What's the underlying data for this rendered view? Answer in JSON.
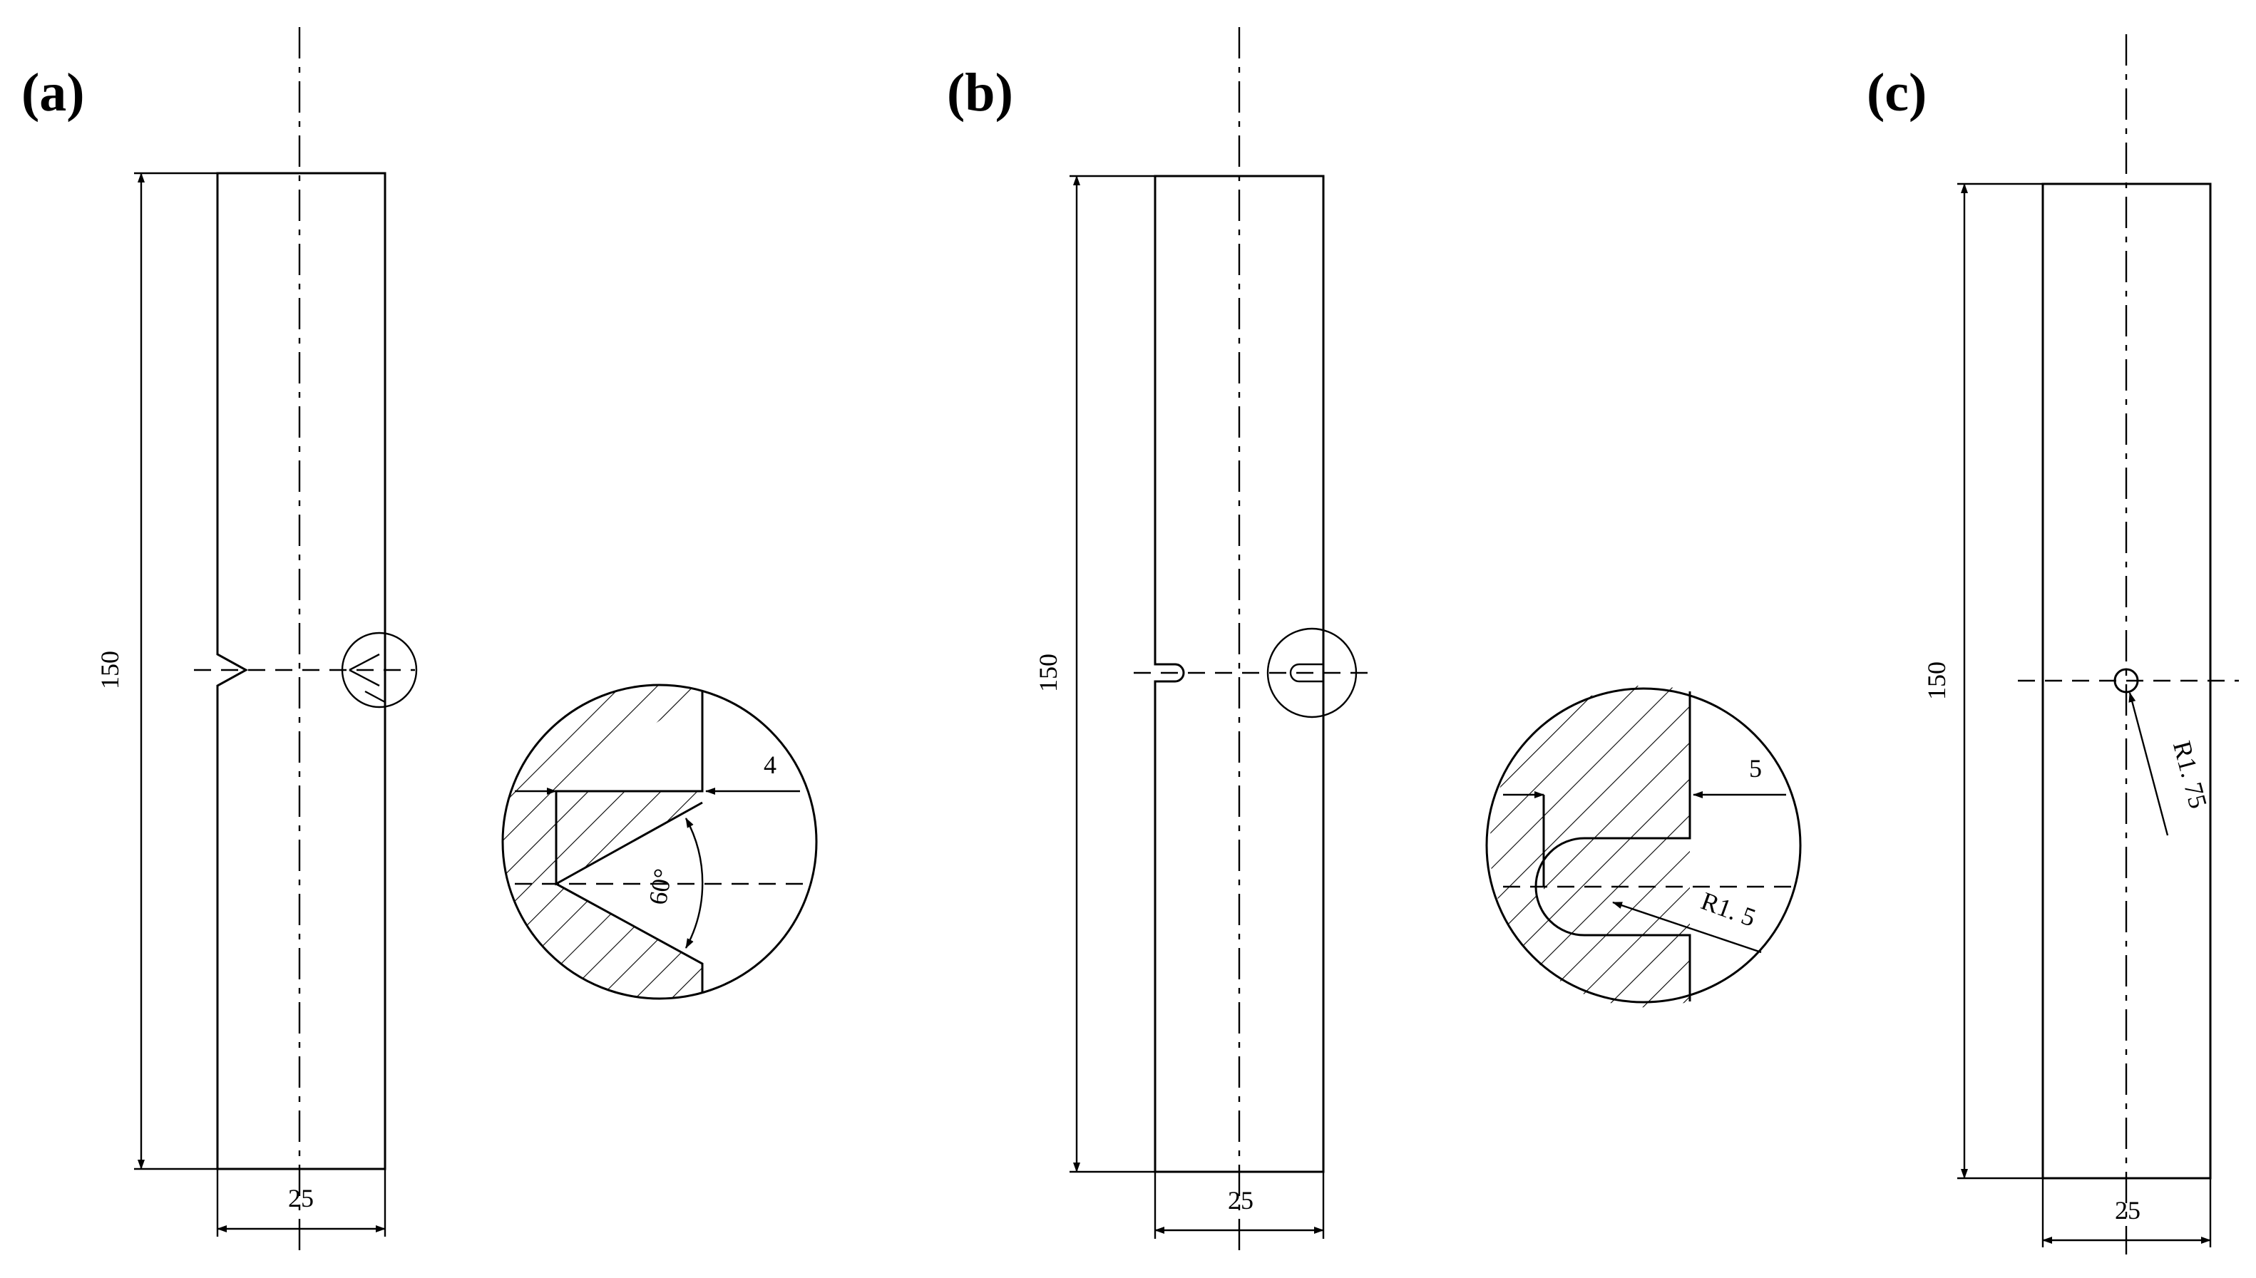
{
  "panels": [
    {
      "label": "(a)",
      "notch": "v-notch",
      "length_label": "150",
      "width_label": "25",
      "depth_label": "4",
      "angle_label": "60°"
    },
    {
      "label": "(b)",
      "notch": "u-notch",
      "length_label": "150",
      "width_label": "25",
      "depth_label": "5",
      "radius_label": "R1. 5"
    },
    {
      "label": "(c)",
      "notch": "hole",
      "length_label": "150",
      "width_label": "25",
      "radius_label": "R1. 75"
    }
  ]
}
